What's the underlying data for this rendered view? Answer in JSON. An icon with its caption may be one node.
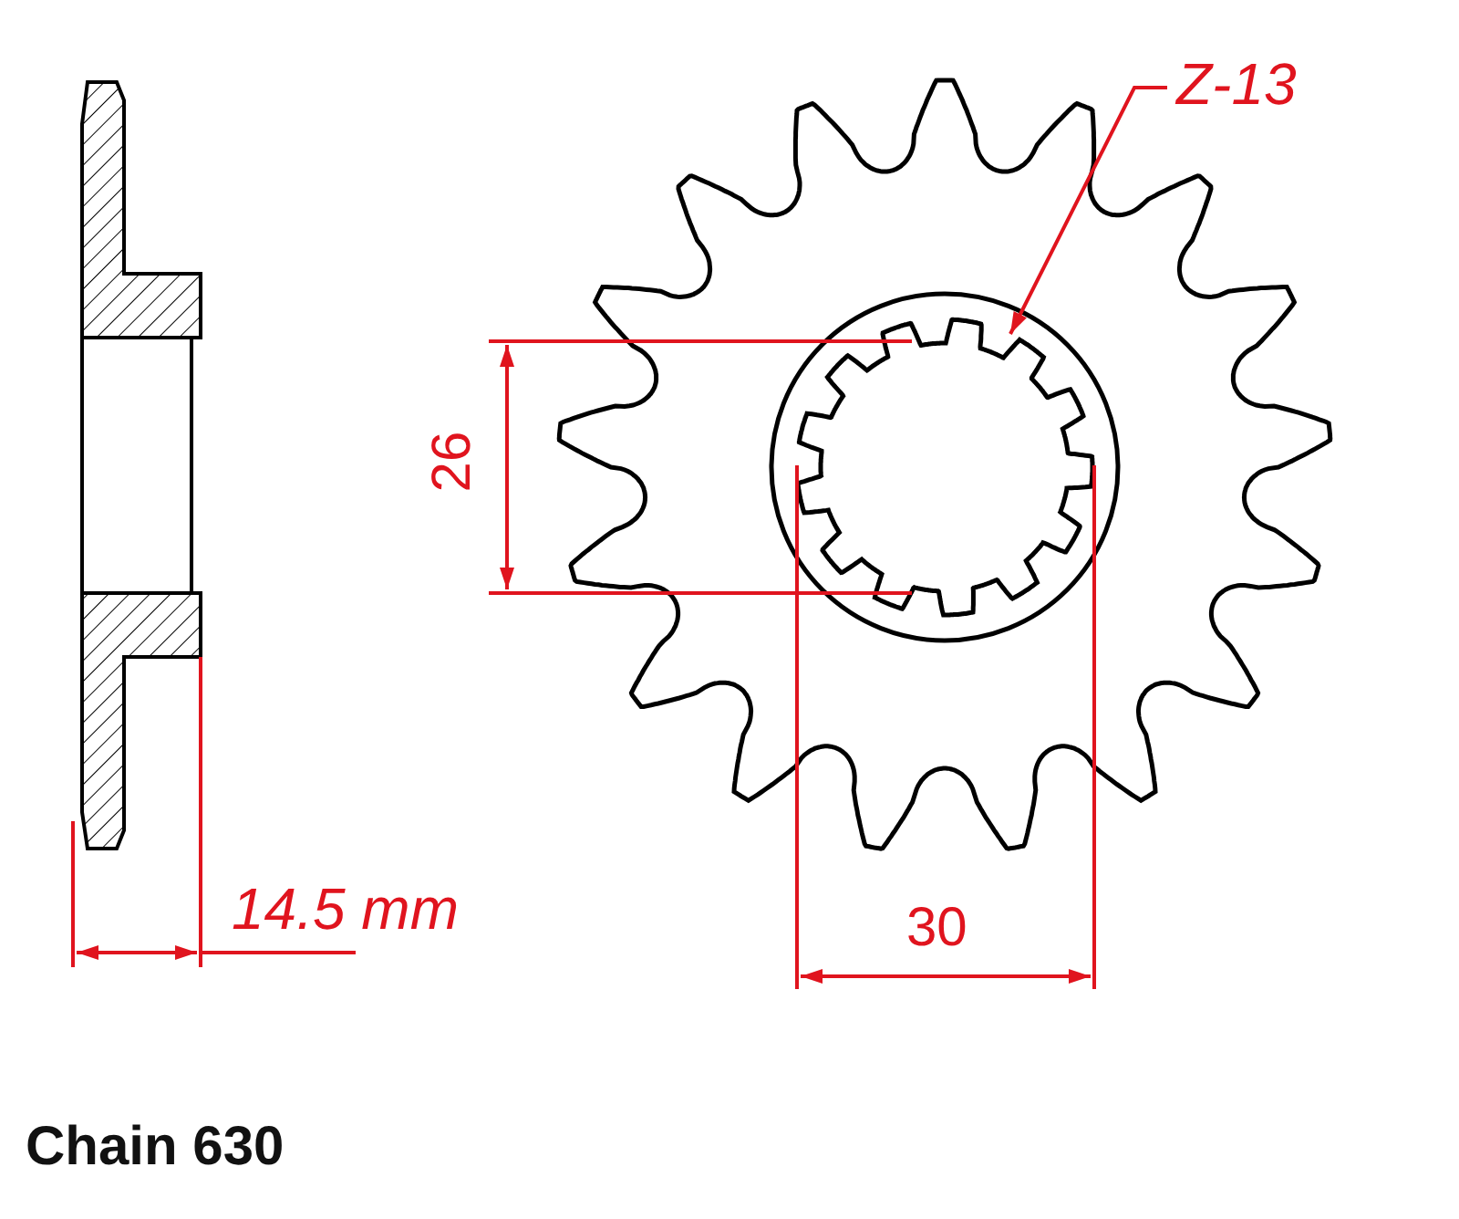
{
  "diagram": {
    "nodes": [
      {
        "text": [
          "Z-13"
        ]
      },
      {
        "text": [],
        "shape": "picture"
      }
    ],
    "edges": [
      {
        "from": 0,
        "to": 1,
        "arrow": "to"
      }
    ],
    "labels": [
      "26",
      "14.5 mm",
      "30",
      "Chain 630"
    ]
  }
}
